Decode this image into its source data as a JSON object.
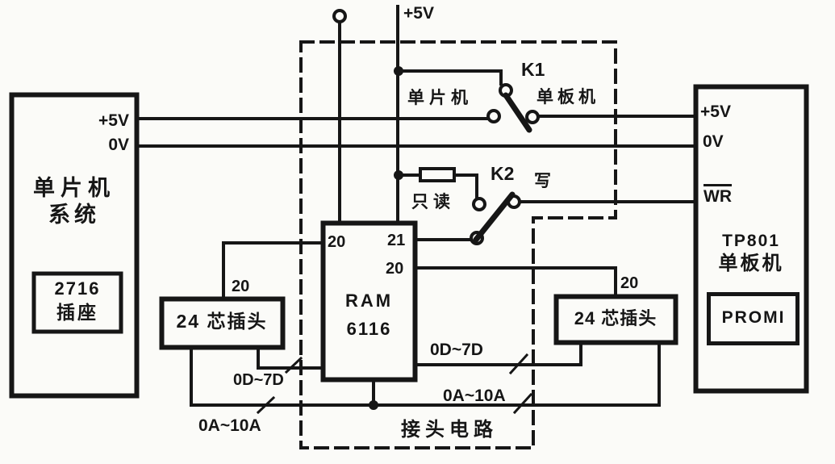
{
  "diagram": {
    "ink_color": "#161616",
    "background_color": "#fbfbf8",
    "top": {
      "power_label": "+5V"
    },
    "k1": {
      "name": "K1",
      "left_contact": "单片机",
      "right_contact": "单板机"
    },
    "k2": {
      "name": "K2",
      "read_contact": "只读",
      "write_contact": "写"
    },
    "mcu_box": {
      "pin_plus5v": "+5V",
      "pin_0v": "0V",
      "title_line1": "单片机",
      "title_line2": "系统",
      "socket_line1": "2716",
      "socket_line2": "插座"
    },
    "sbc_box": {
      "pin_plus5v": "+5V",
      "pin_0v": "0V",
      "pin_wr": "WR",
      "title_line1": "TP801",
      "title_line2": "单板机",
      "socket": "PROMI"
    },
    "ram": {
      "pin_top_left": "20",
      "pin_top_right": "21",
      "pin_right": "20",
      "name_line1": "RAM",
      "name_line2": "6116"
    },
    "conn_left": {
      "pin": "20",
      "name": "24 芯插头",
      "data_bus": "0D~7D",
      "addr_bus": "0A~10A"
    },
    "conn_right": {
      "pin": "20",
      "name": "24 芯插头",
      "data_bus": "0D~7D",
      "addr_bus": "0A~10A"
    },
    "region": {
      "name": "接头电路"
    }
  }
}
